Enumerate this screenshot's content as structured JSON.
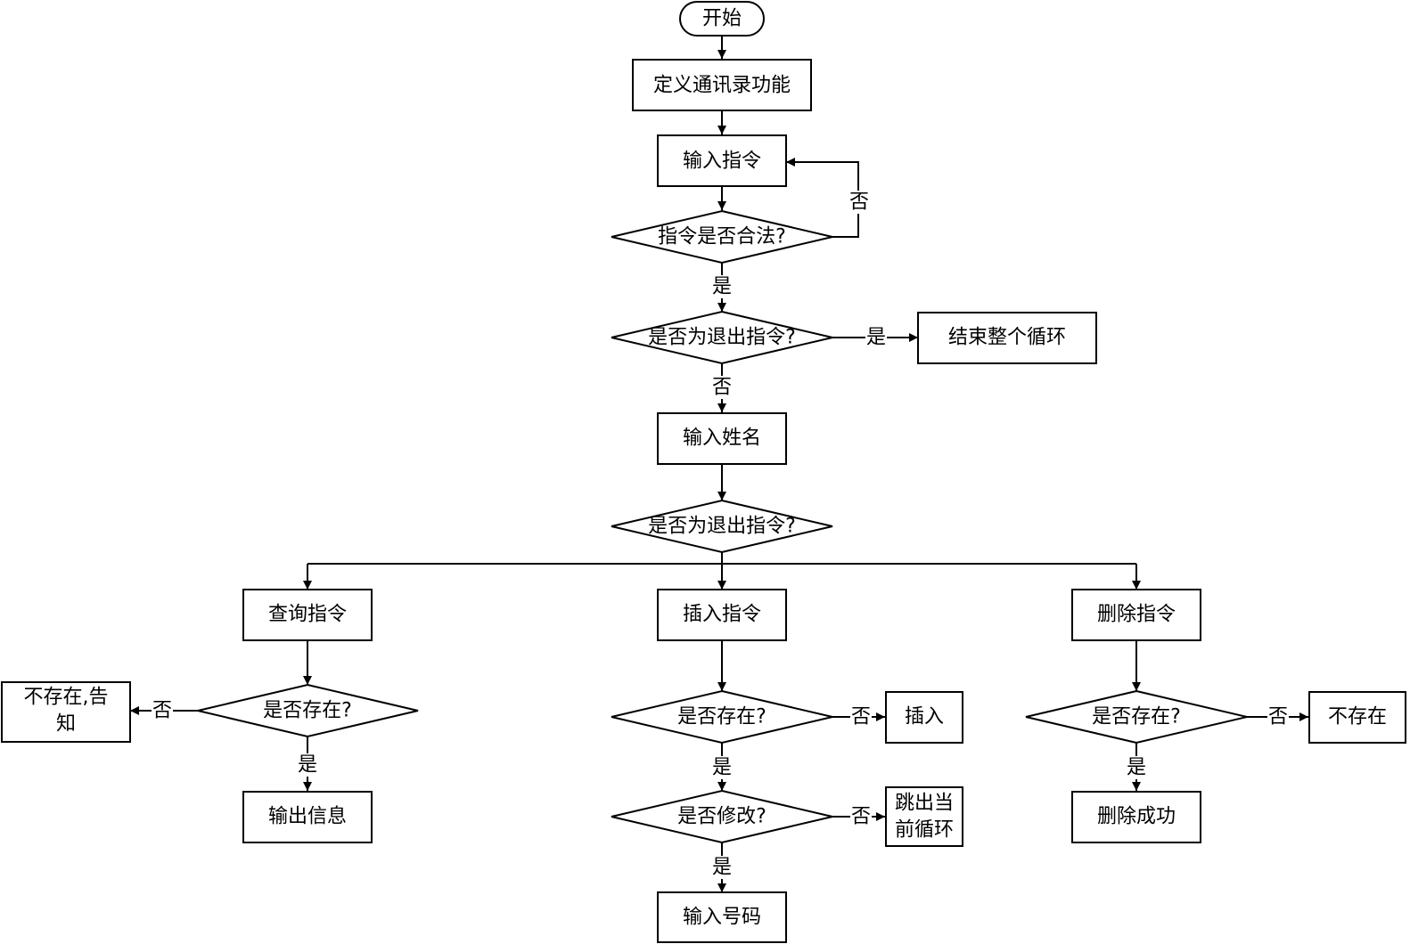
{
  "nodes": {
    "start": "开始",
    "define_features": "定义通讯录功能",
    "input_command": "输入指令",
    "is_command_valid": "指令是否合法?",
    "is_exit_command_1": "是否为退出指令?",
    "end_loop": "结束整个循环",
    "input_name": "输入姓名",
    "is_exit_command_2": "是否为退出指令?",
    "query_command": "查询指令",
    "insert_command": "插入指令",
    "delete_command": "删除指令",
    "query_exists": "是否存在?",
    "not_exist_notify_line1": "不存在,告",
    "not_exist_notify_line2": "知",
    "output_info": "输出信息",
    "insert_exists": "是否存在?",
    "insert_action": "插入",
    "modify_question": "是否修改?",
    "break_loop_line1": "跳出当",
    "break_loop_line2": "前循环",
    "input_number": "输入号码",
    "delete_exists": "是否存在?",
    "not_exist": "不存在",
    "delete_success": "删除成功"
  },
  "edge_labels": {
    "valid_no": "否",
    "valid_yes": "是",
    "exit1_yes": "是",
    "exit1_no": "否",
    "query_no": "否",
    "query_yes": "是",
    "insert_no": "否",
    "insert_yes": "是",
    "modify_no": "否",
    "modify_yes": "是",
    "delete_no": "否",
    "delete_yes": "是"
  }
}
